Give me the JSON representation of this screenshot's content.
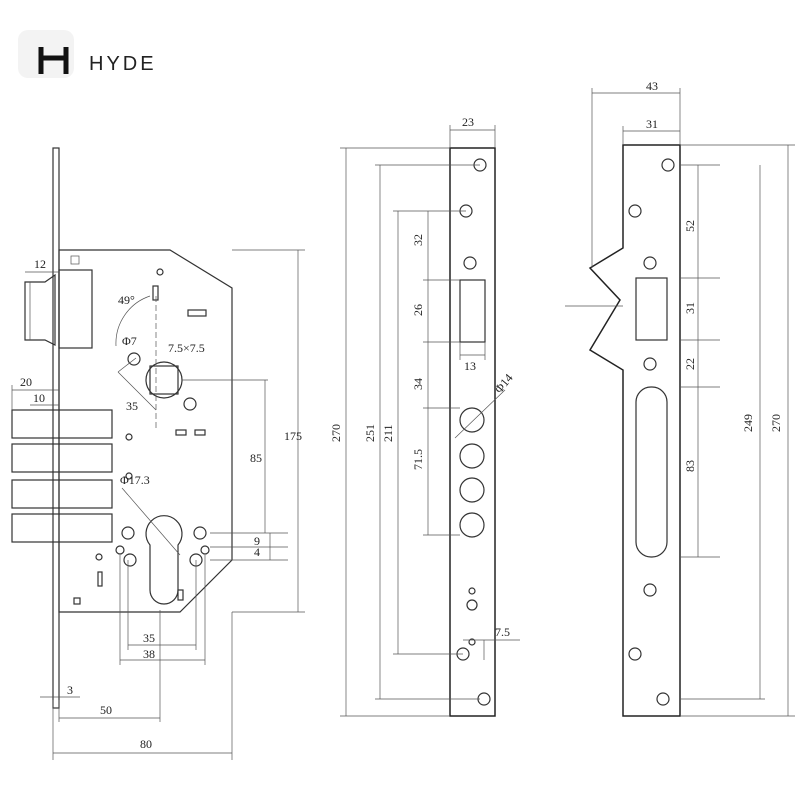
{
  "brand": {
    "name": "HYDE",
    "logo_letter": "H"
  },
  "lock_body": {
    "d_12": "12",
    "d_20": "20",
    "d_10": "10",
    "angle": "49°",
    "d_phi7": "Φ7",
    "d_square": "7.5×7.5",
    "d_35_diag": "35",
    "d_phi17": "Φ17.3",
    "d_85": "85",
    "d_175": "175",
    "d_4": "4",
    "d_9": "9",
    "d_35": "35",
    "d_38": "38",
    "d_3": "3",
    "d_50": "50",
    "d_80": "80"
  },
  "faceplate": {
    "d_23": "23",
    "d_270": "270",
    "d_251": "251",
    "d_211": "211",
    "d_32": "32",
    "d_26": "26",
    "d_13": "13",
    "d_34": "34",
    "d_phi14": "Φ14",
    "d_71_5": "71.5",
    "d_7_5": "7.5"
  },
  "strike_plate": {
    "d_43": "43",
    "d_31_top": "31",
    "d_52": "52",
    "d_31": "31",
    "d_22": "22",
    "d_83": "83",
    "d_249": "249",
    "d_270": "270"
  }
}
